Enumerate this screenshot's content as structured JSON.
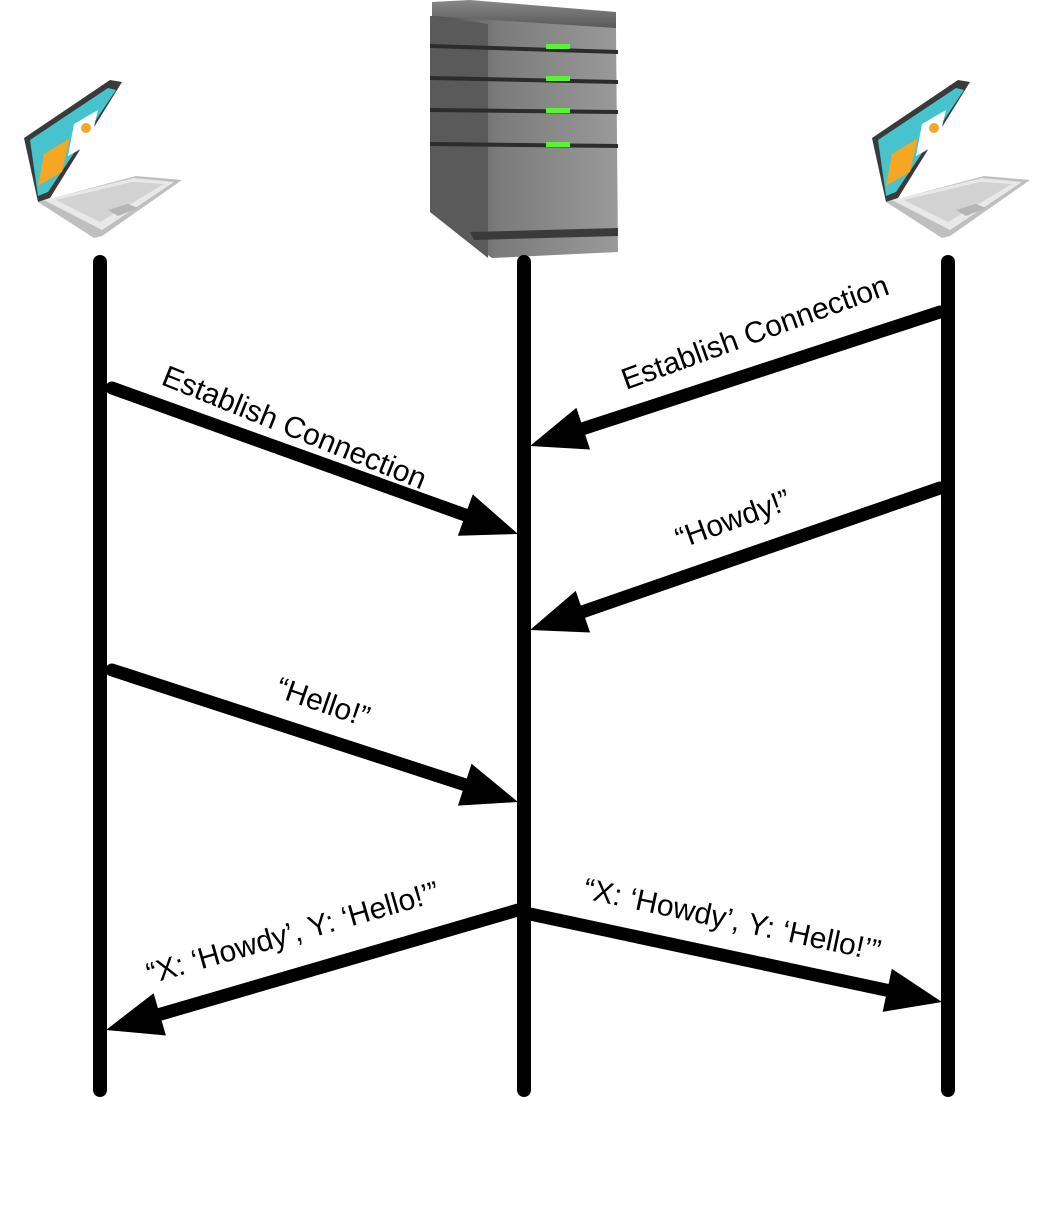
{
  "diagram": {
    "participants": [
      {
        "id": "left-client",
        "icon": "laptop-icon"
      },
      {
        "id": "server",
        "icon": "server-icon"
      },
      {
        "id": "right-client",
        "icon": "laptop-icon"
      }
    ],
    "messages": [
      {
        "id": "m1",
        "from": "left-client",
        "to": "server",
        "label": "Establish Connection"
      },
      {
        "id": "m2",
        "from": "right-client",
        "to": "server",
        "label": "Establish Connection"
      },
      {
        "id": "m3",
        "from": "right-client",
        "to": "server",
        "label": "“Howdy!”"
      },
      {
        "id": "m4",
        "from": "left-client",
        "to": "server",
        "label": "“Hello!”"
      },
      {
        "id": "m5",
        "from": "server",
        "to": "left-client",
        "label": "“X: ‘Howdy’, Y: ‘Hello!’”"
      },
      {
        "id": "m6",
        "from": "server",
        "to": "right-client",
        "label": "“X: ‘Howdy’, Y: ‘Hello!’”"
      }
    ],
    "colors": {
      "line": "#000000",
      "laptop_screen": "#3fc4cf",
      "laptop_body": "#e7e7e7",
      "server_body": "#6a6a6a",
      "server_led": "#5cf233"
    }
  }
}
